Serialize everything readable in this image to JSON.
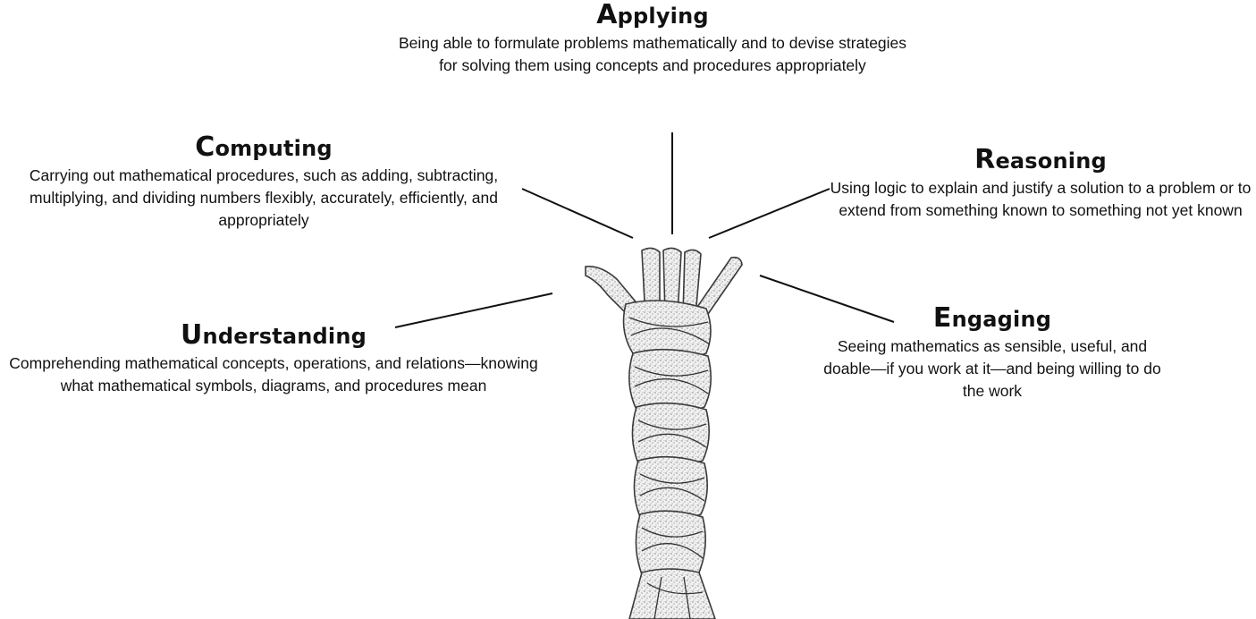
{
  "diagram": {
    "strands": [
      {
        "id": "applying",
        "title_initial": "A",
        "title_rest": "pplying",
        "description": "Being able to formulate problems mathematically and to devise strategies for solving them using concepts and procedures appropriately"
      },
      {
        "id": "computing",
        "title_initial": "C",
        "title_rest": "omputing",
        "description": "Carrying out mathematical procedures, such as adding, subtracting, multiplying, and dividing numbers flexibly, accurately, efficiently, and appropriately"
      },
      {
        "id": "reasoning",
        "title_initial": "R",
        "title_rest": "easoning",
        "description": "Using logic to explain and justify a solution to a problem or to extend from something known to something not yet known"
      },
      {
        "id": "understanding",
        "title_initial": "U",
        "title_rest": "nderstanding",
        "description": "Comprehending mathematical concepts, operations, and relations—knowing what mathematical symbols, diagrams, and procedures mean"
      },
      {
        "id": "engaging",
        "title_initial": "E",
        "title_rest": "ngaging",
        "description": "Seeing mathematics as sensible, useful, and doable—if you work at it—and being willing to do the work"
      }
    ]
  }
}
